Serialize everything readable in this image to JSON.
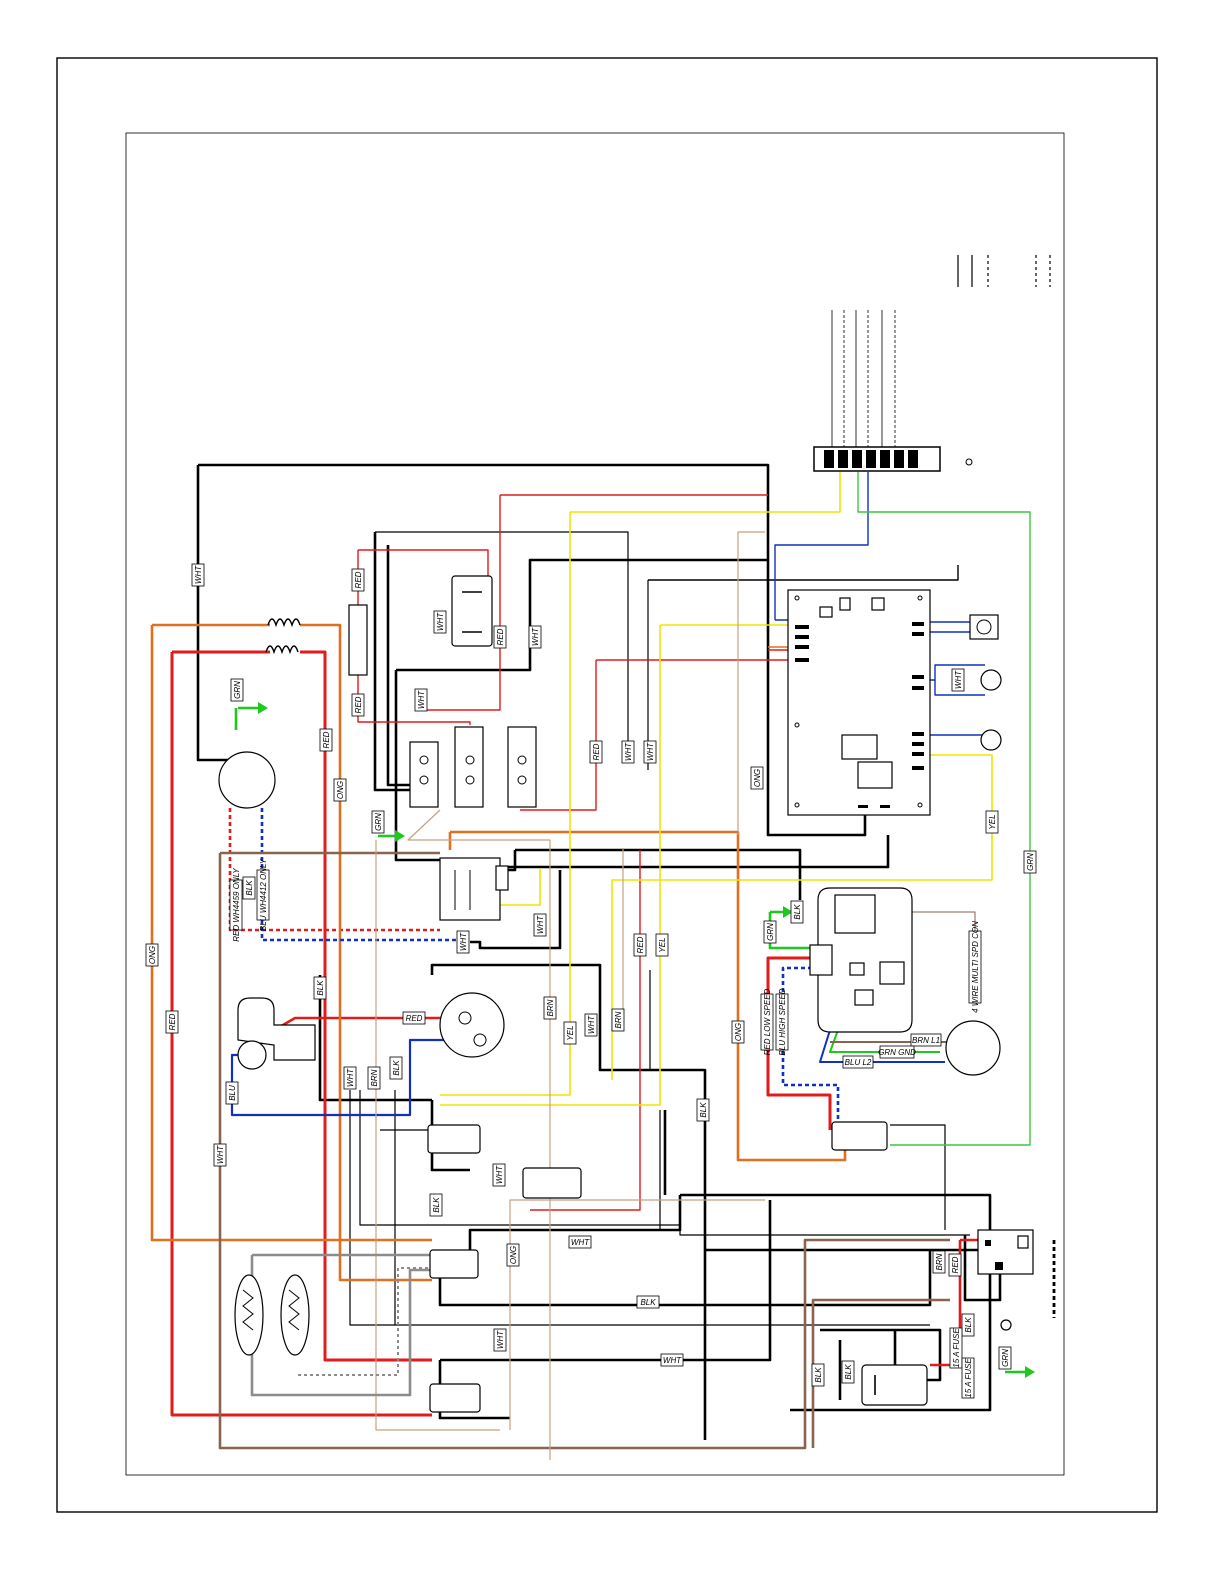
{
  "colors": {
    "black": "#000000",
    "red": "#e41b1b",
    "orange": "#e07020",
    "yellow": "#f2e400",
    "green": "#1ec81e",
    "blue": "#1030c0",
    "brown": "#8a6250",
    "tan": "#c8a080",
    "gray": "#8c8c8c",
    "pale_green": "#3cc83c"
  },
  "wire_labels": {
    "wht_top": "WHT",
    "grn_motor": "GRN",
    "red_left": "RED",
    "red_upper": "RED",
    "red_lower": "RED",
    "wht_mid": "WHT",
    "red_mid": "RED",
    "wht_right": "WHT",
    "wht_stack": "WHT",
    "grn_term": "GRN",
    "ong_left": "ONG",
    "ong_center": "ONG",
    "red_center": "RED",
    "wht_center_a": "WHT",
    "wht_center_b": "WHT",
    "ylw_right": "YEL",
    "grn_right": "GRN",
    "blk_relay": "BLK",
    "grn_relay": "GRN",
    "red_4459": "RED WH4459 ONLY",
    "blk_a": "BLK",
    "blu_4412": "BLU WH4412 ONLY",
    "ong_far_left": "ONG",
    "red_far_left": "RED",
    "blk_mid": "BLK",
    "red_motor": "RED",
    "blu_left": "BLU",
    "blk_motor": "BLK",
    "wht_low": "WHT",
    "brn_low": "BRN",
    "brn_mid": "BRN",
    "yel_mid": "YEL",
    "wht_mid2": "WHT",
    "brn_mid2": "BRN",
    "red_mid2": "RED",
    "yel_mid2": "YEL",
    "ong_right": "ONG",
    "blk_right": "BLK",
    "red_low_speed": "RED LOW SPEED",
    "blu_high_speed": "BLU HIGH SPEED",
    "four_wire": "4 WIRE MULTI SPD CON",
    "brn_l1": "BRN L1",
    "grn_gnd": "GRN GND",
    "blu_l2": "BLU L2",
    "wht_far_left": "WHT",
    "blk_low": "BLK",
    "wht_low2": "WHT",
    "wht_bottom": "WHT",
    "ong_low": "ONG",
    "blk_bottom": "BLK",
    "wht_lower": "WHT",
    "wht_bottom2": "WHT",
    "brn_right": "BRN",
    "red_right": "RED",
    "blk_right2": "BLK",
    "blk_fuse": "BLK",
    "blk_fuse2": "BLK",
    "fuse_a": "15 A FUSE",
    "fuse_b": "15 A FUSE",
    "grn_bottom": "GRN"
  }
}
